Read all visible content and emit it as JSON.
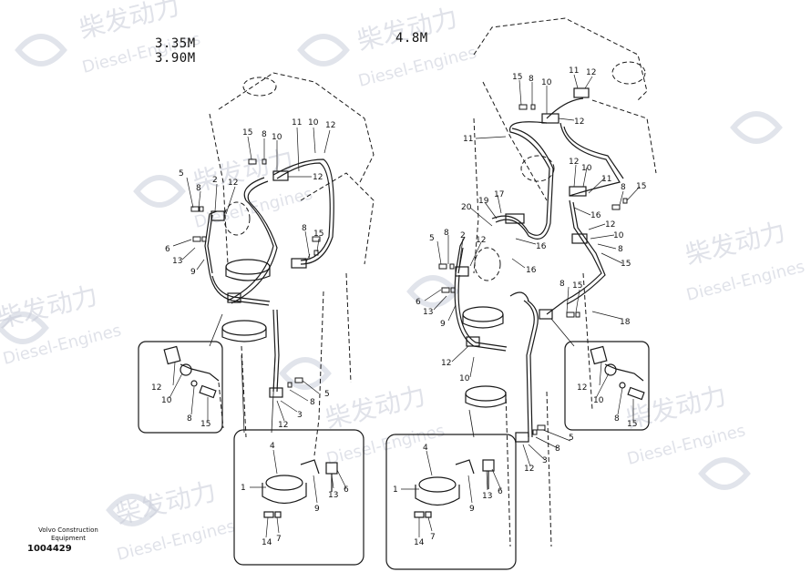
{
  "header": {
    "variant_left_1": "3.35M",
    "variant_left_2": "3.90M",
    "variant_right": "4.8M"
  },
  "watermark": {
    "brand_cn": "柴发动力",
    "brand_en": "Diesel-Engines"
  },
  "footer": {
    "company_line1": "Volvo Construction",
    "company_line2": "Equipment",
    "drawing_number": "1004429"
  },
  "callouts": {
    "left": [
      "1",
      "2",
      "3",
      "4",
      "5",
      "6",
      "7",
      "8",
      "9",
      "10",
      "11",
      "12",
      "13",
      "14",
      "15"
    ],
    "right": [
      "1",
      "2",
      "3",
      "4",
      "5",
      "6",
      "7",
      "8",
      "9",
      "10",
      "11",
      "12",
      "13",
      "14",
      "15",
      "16",
      "17",
      "18",
      "19",
      "20"
    ]
  },
  "colors": {
    "line": "#1a1a1a",
    "watermark": "#c8ccd8"
  }
}
